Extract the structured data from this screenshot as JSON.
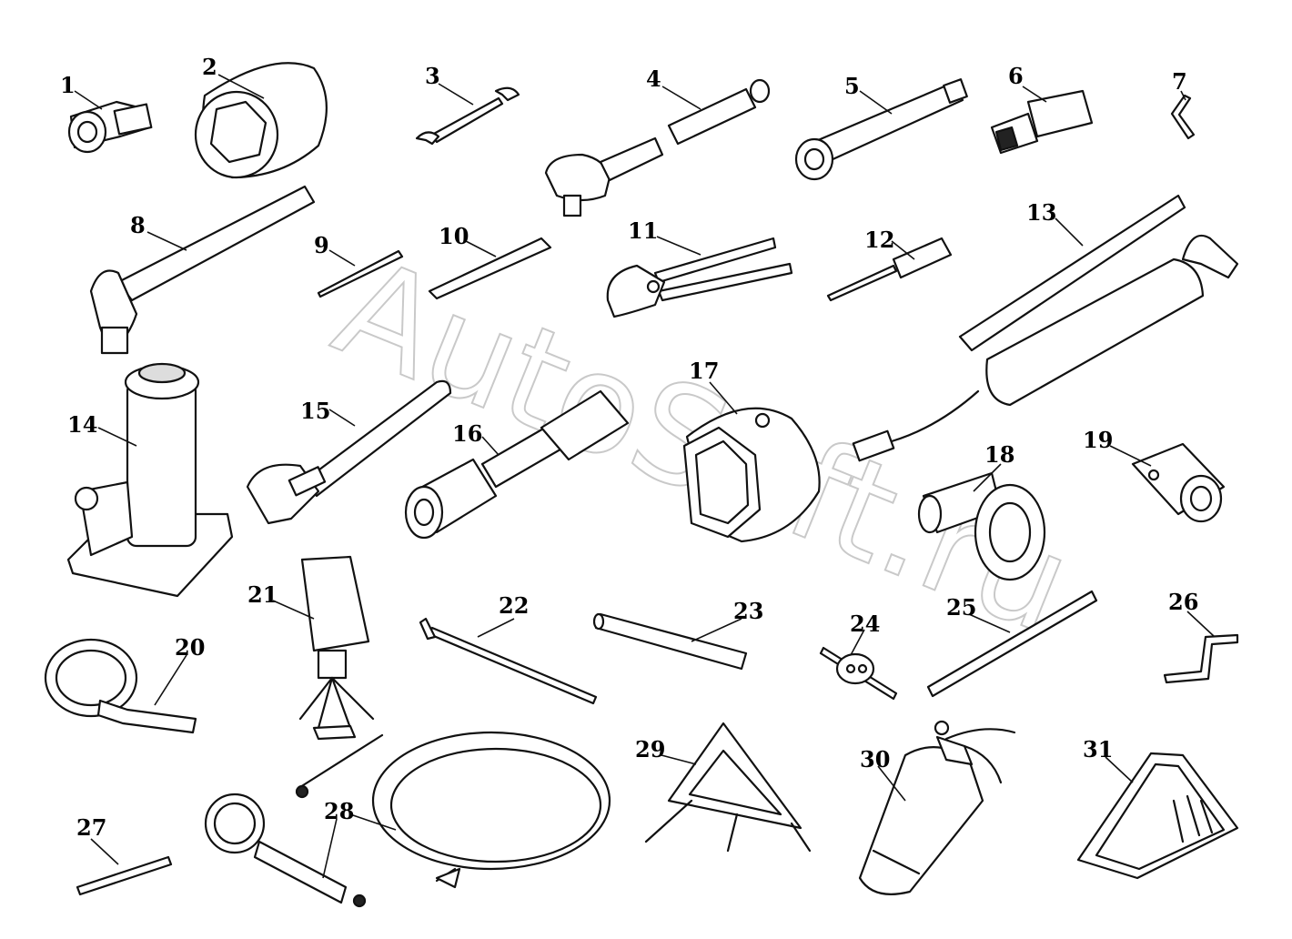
{
  "watermark": "AutoSoft.ru",
  "callouts": [
    {
      "id": "callout-1",
      "label": "1",
      "icon": "socket-adapter"
    },
    {
      "id": "callout-2",
      "label": "2",
      "icon": "large-hex-socket"
    },
    {
      "id": "callout-3",
      "label": "3",
      "icon": "open-end-wrench"
    },
    {
      "id": "callout-4",
      "label": "4",
      "icon": "ratchet-handle"
    },
    {
      "id": "callout-5",
      "label": "5",
      "icon": "extension-socket"
    },
    {
      "id": "callout-6",
      "label": "6",
      "icon": "universal-joint"
    },
    {
      "id": "callout-7",
      "label": "7",
      "icon": "hex-key"
    },
    {
      "id": "callout-8",
      "label": "8",
      "icon": "hammer"
    },
    {
      "id": "callout-9",
      "label": "9",
      "icon": "punch"
    },
    {
      "id": "callout-10",
      "label": "10",
      "icon": "chisel"
    },
    {
      "id": "callout-11",
      "label": "11",
      "icon": "pliers"
    },
    {
      "id": "callout-12",
      "label": "12",
      "icon": "screwdriver"
    },
    {
      "id": "callout-13",
      "label": "13",
      "icon": "grease-gun"
    },
    {
      "id": "callout-14",
      "label": "14",
      "icon": "bottle-jack"
    },
    {
      "id": "callout-15",
      "label": "15",
      "icon": "adjustable-wrench"
    },
    {
      "id": "callout-16",
      "label": "16",
      "icon": "wheel-nut-wrench"
    },
    {
      "id": "callout-17",
      "label": "17",
      "icon": "hub-nut-socket"
    },
    {
      "id": "callout-18",
      "label": "18",
      "icon": "slotted-nut-wrench"
    },
    {
      "id": "callout-19",
      "label": "19",
      "icon": "socket-head"
    },
    {
      "id": "callout-20",
      "label": "20",
      "icon": "filter-strap-wrench"
    },
    {
      "id": "callout-21",
      "label": "21",
      "icon": "portable-lamp"
    },
    {
      "id": "callout-22",
      "label": "22",
      "icon": "pry-bar"
    },
    {
      "id": "callout-23",
      "label": "23",
      "icon": "tube-bar"
    },
    {
      "id": "callout-24",
      "label": "24",
      "icon": "pump-coupling"
    },
    {
      "id": "callout-25",
      "label": "25",
      "icon": "tommy-bar"
    },
    {
      "id": "callout-26",
      "label": "26",
      "icon": "crank-handle"
    },
    {
      "id": "callout-27",
      "label": "27",
      "icon": "valve-extension"
    },
    {
      "id": "callout-28",
      "label": "28",
      "icon": "tire-inflator-hose"
    },
    {
      "id": "callout-29",
      "label": "29",
      "icon": "warning-triangle"
    },
    {
      "id": "callout-30",
      "label": "30",
      "icon": "fire-extinguisher"
    },
    {
      "id": "callout-31",
      "label": "31",
      "icon": "wheel-chock"
    }
  ]
}
